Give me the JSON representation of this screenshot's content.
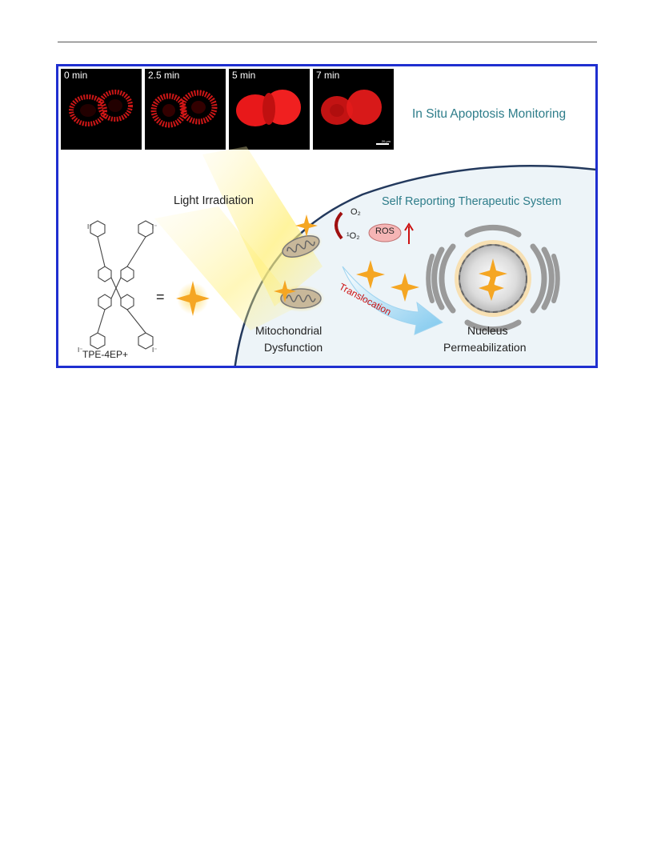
{
  "panels": [
    {
      "time": "0 min"
    },
    {
      "time": "2.5 min"
    },
    {
      "time": "5 min"
    },
    {
      "time": "7 min",
      "scale_bar": "20 μm"
    }
  ],
  "monitoring_title": "In Situ Apoptosis Monitoring",
  "system_title": "Self Reporting Therapeutic System",
  "light_label": "Light Irradiation",
  "oxygen": {
    "o2": "O₂",
    "singlet_o2": "¹O₂",
    "ros": "ROS"
  },
  "translocation_label": "Translocation",
  "mito_label": [
    "Mitochondrial",
    "Dysfunction"
  ],
  "nucleus_label": [
    "Nucleus",
    "Permeabilization"
  ],
  "molecule": {
    "name": "TPE-4EP+",
    "counter_ion": "I⁻",
    "equals": "="
  },
  "colors": {
    "frame": "#1f2fd0",
    "title_teal": "#2e7d8a",
    "fluorescence_red": "#e01818",
    "glow_orange": "#f5a623",
    "arrow_red": "#cc1111"
  }
}
